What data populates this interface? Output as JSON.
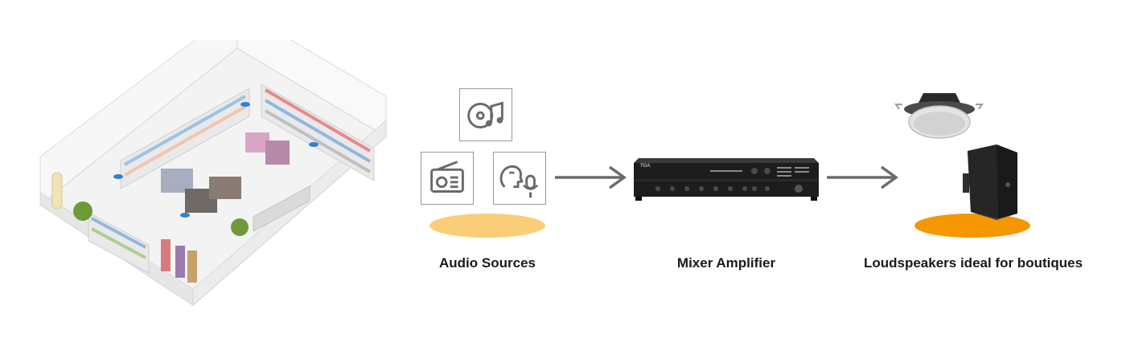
{
  "labels": {
    "audio_sources": "Audio Sources",
    "mixer_amplifier": "Mixer Amplifier",
    "loudspeakers": "Loudspeakers ideal for boutiques"
  },
  "mixer": {
    "brand": "TOA"
  },
  "icons": [
    "cd-music-icon",
    "radio-icon",
    "voice-microphone-icon",
    "arrow-right-icon",
    "ceiling-speaker-icon",
    "wall-speaker-icon",
    "store-illustration"
  ],
  "colors": {
    "sources_base": "#fbcd78",
    "speakers_base": "#f59700",
    "arrow": "#6b6b6b",
    "icon_stroke": "#6a6a6a"
  }
}
